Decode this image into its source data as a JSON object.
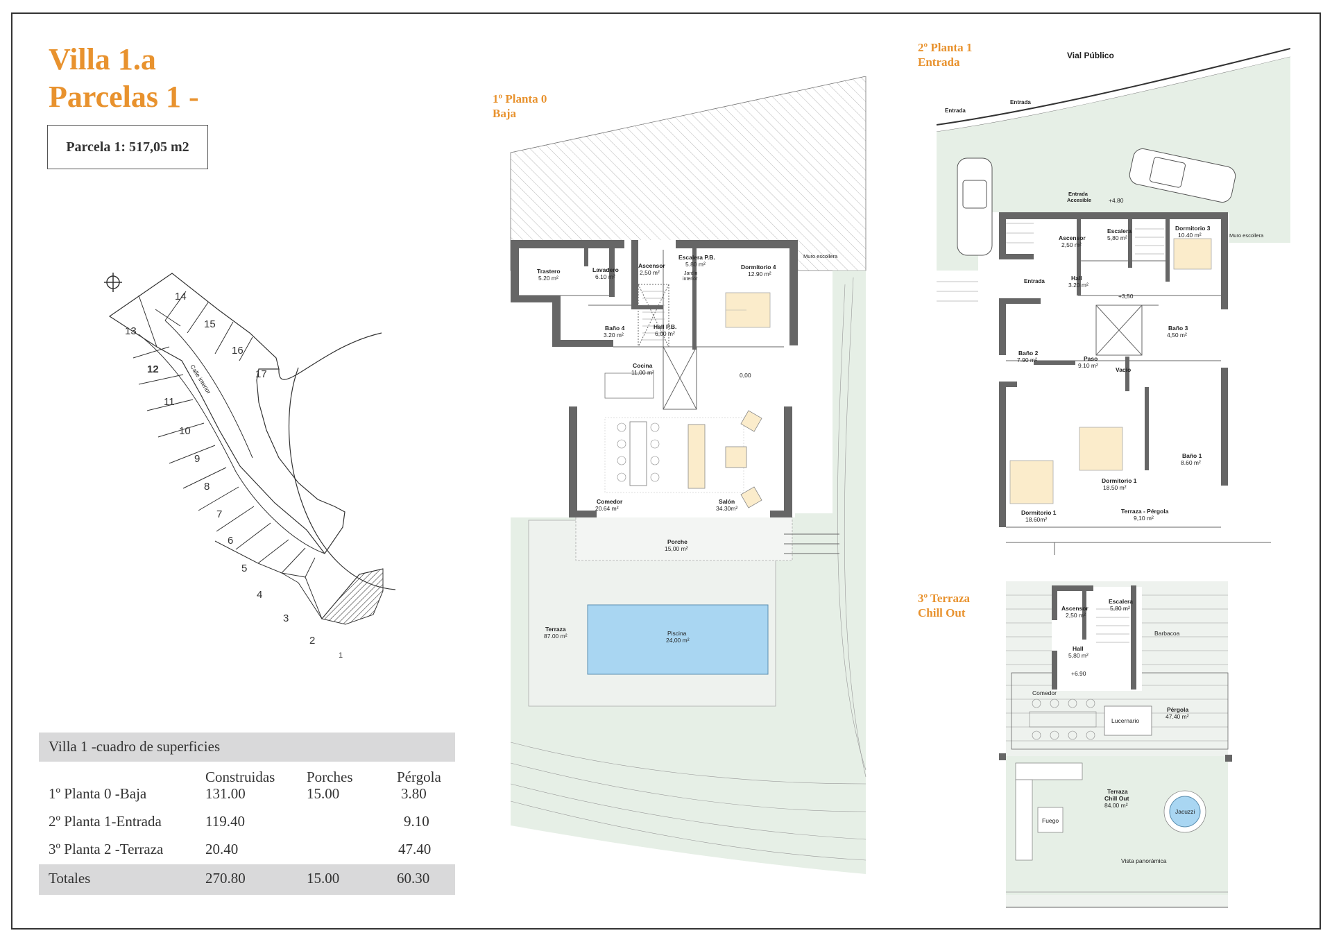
{
  "header": {
    "title_line1": "Villa 1.a",
    "title_line2": "Parcelas 1 -",
    "parcela": "Parcela 1: 517,05 m2"
  },
  "floors": {
    "f0": {
      "line1": "1º Planta 0",
      "line2": "Baja"
    },
    "f1": {
      "line1": "2º Planta 1",
      "line2": "Entrada"
    },
    "f2": {
      "line1": "3º Terraza",
      "line2": "Chill Out"
    }
  },
  "site_plan": {
    "lots": [
      "14",
      "13",
      "15",
      "12",
      "16",
      "17",
      "11",
      "10",
      "9",
      "8",
      "7",
      "6",
      "5",
      "4",
      "3",
      "2",
      "1"
    ],
    "street": "Calle interior"
  },
  "table": {
    "title": "Villa 1 -cuadro de superficies",
    "columns": [
      "Construidas",
      "Porches",
      "Pérgola"
    ],
    "rows": [
      {
        "label": "1º Planta 0 -Baja",
        "construidas": "131.00",
        "porches": "15.00",
        "pergola": "3.80"
      },
      {
        "label": "2º Planta 1-Entrada",
        "construidas": "119.40",
        "porches": "",
        "pergola": "9.10"
      },
      {
        "label": "3º Planta 2 -Terraza",
        "construidas": "20.40",
        "porches": "",
        "pergola": "47.40"
      }
    ],
    "totals": {
      "label": "Totales",
      "construidas": "270.80",
      "porches": "15.00",
      "pergola": "60.30"
    }
  },
  "plan0": {
    "trastero": "Trastero",
    "trastero_a": "5.20 m²",
    "lavadero": "Lavadero",
    "lavadero_a": "6.10 m²",
    "ascensor": "Ascensor",
    "ascensor_a": "2,50 m²",
    "escalera": "Escalera P.B.",
    "escalera_a": "5.80 m²",
    "jardin": "Jardín",
    "jardin2": "interior",
    "dorm4": "Dormitorio 4",
    "dorm4_a": "12.90 m²",
    "muro": "Muro escollera",
    "bano4": "Baño 4",
    "bano4_a": "3.20 m²",
    "hall": "Hall P.B.",
    "hall_a": "6,00 m²",
    "cocina": "Cocina",
    "cocina_a": "11,00 m²",
    "level": "0,00",
    "comedor": "Comedor",
    "comedor_a": "20.64 m²",
    "salon": "Salón",
    "salon_a": "34.30m²",
    "porche": "Porche",
    "porche_a": "15,00 m²",
    "terraza": "Terraza",
    "terraza_a": "87.00 m²",
    "piscina": "Piscina",
    "piscina_a": "24,00 m²"
  },
  "plan1": {
    "vial": "Vial Público",
    "entrada": "Entrada",
    "entrada_acc": "Entrada",
    "entrada_acc2": "Accesible",
    "level1": "+4.80",
    "ascensor": "Ascensor",
    "ascensor_a": "2,50 m²",
    "escalera": "Escalera",
    "escalera_a": "5,80 m²",
    "dorm3": "Dormitorio 3",
    "dorm3_a": "10.40 m²",
    "muro": "Muro escollera",
    "hall": "Hall",
    "hall_a": "3.20 m²",
    "level2": "+3,50",
    "bano2": "Baño 2",
    "bano2_a": "7.90 m²",
    "paso": "Paso",
    "paso_a": "9.10 m²",
    "vacio": "Vacío",
    "bano3": "Baño 3",
    "bano3_a": "4,50 m²",
    "bano1": "Baño 1",
    "bano1_a": "8.60 m²",
    "dorm1a": "Dormitorio 1",
    "dorm1a_a": "18.50 m²",
    "dorm1b": "Dormitorio 1",
    "dorm1b_a": "18.60m²",
    "terraza": "Terraza - Pérgola",
    "terraza_a": "9,10 m²"
  },
  "plan2": {
    "ascensor": "Ascensor",
    "ascensor_a": "2,50 m²",
    "escalera": "Escalera",
    "escalera_a": "5,80 m²",
    "barbacoa": "Barbacoa",
    "hall": "Hall",
    "hall_a": "5,80 m²",
    "level": "+6.90",
    "comedor": "Comedor",
    "lucernario": "Lucernario",
    "pergola": "Pérgola",
    "pergola_a": "47.40 m²",
    "terraza": "Terraza",
    "terraza2": "Chill Out",
    "terraza_a": "84.00 m²",
    "jacuzzi": "Jacuzzi",
    "fuego": "Fuego",
    "vista": "Vista panorámica"
  },
  "colors": {
    "accent": "#e8922e",
    "garden": "#e6efe6",
    "pool": "#a9d6f2",
    "bed": "#fbeccb",
    "wall": "#666666"
  }
}
